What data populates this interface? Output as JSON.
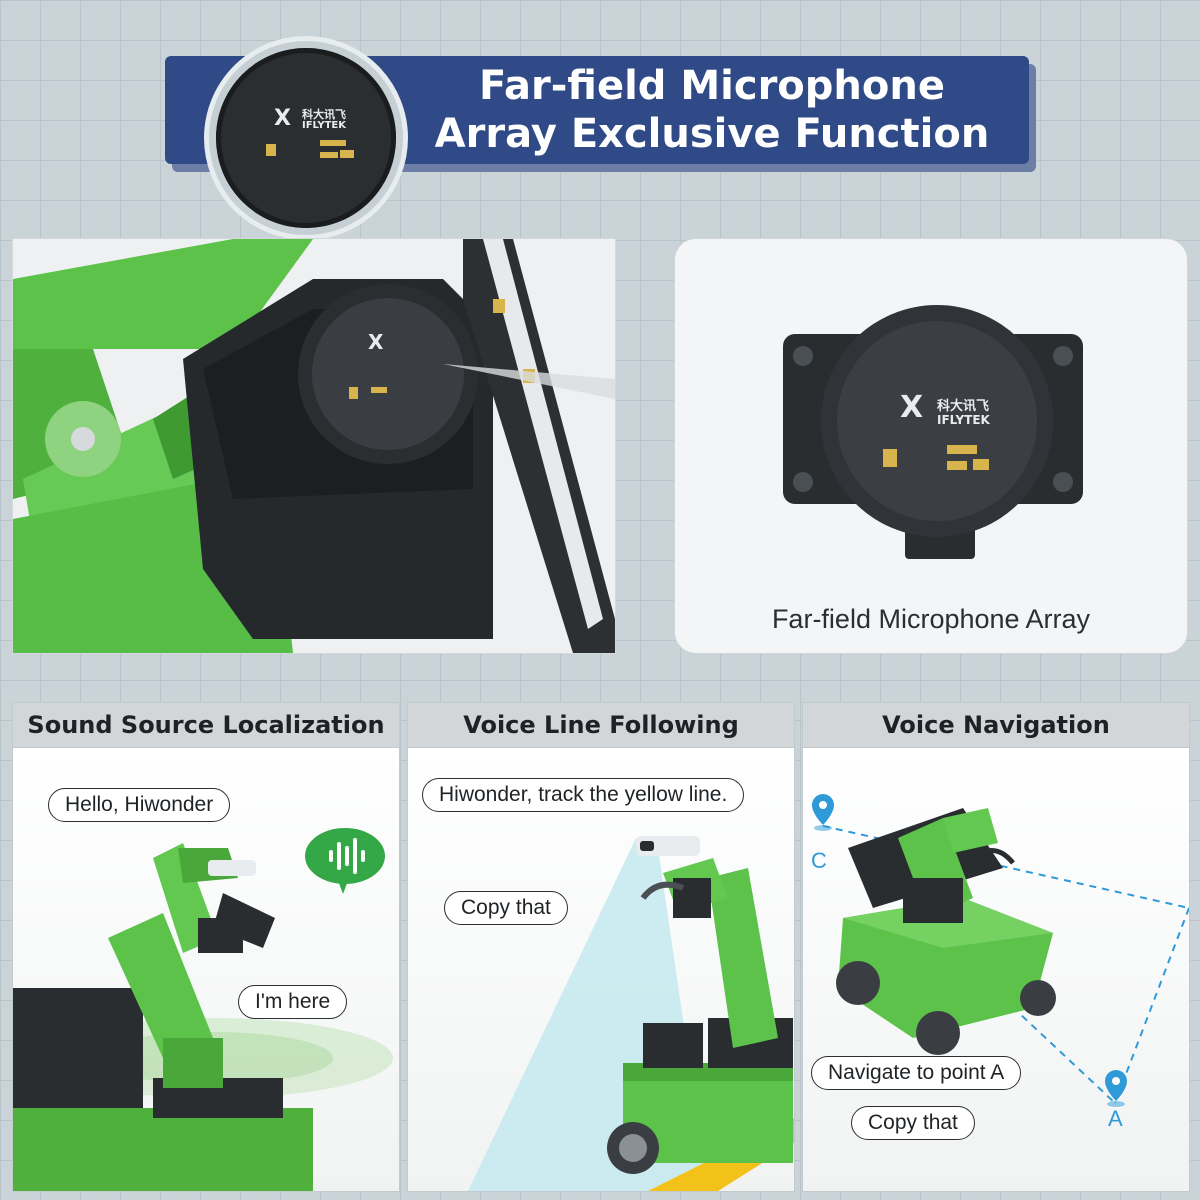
{
  "header": {
    "title_line1": "Far-field Microphone",
    "title_line2": "Array Exclusive Function"
  },
  "mic_logo": {
    "symbol": "X",
    "brand_cn": "科大讯飞",
    "brand_en": "IFLYTEK"
  },
  "product_panel": {
    "caption": "Far-field Microphone Array"
  },
  "cards": [
    {
      "title": "Sound Source Localization",
      "bubbles": [
        "Hello, Hiwonder",
        "I'm here"
      ]
    },
    {
      "title": "Voice Line Following",
      "bubbles": [
        "Hiwonder, track the yellow line.",
        "Copy that"
      ]
    },
    {
      "title": "Voice Navigation",
      "bubbles": [
        "Navigate to point A",
        "Copy that"
      ],
      "points": [
        "C",
        "A"
      ]
    }
  ],
  "colors": {
    "banner": "#2f4a86",
    "robot_green": "#5cc24a",
    "pin_blue": "#2e9ad8",
    "voice_badge": "#34a846",
    "line_yellow": "#f2c21b"
  },
  "icons": [
    "microphone-array-icon",
    "voice-wave-icon",
    "location-pin-icon"
  ]
}
